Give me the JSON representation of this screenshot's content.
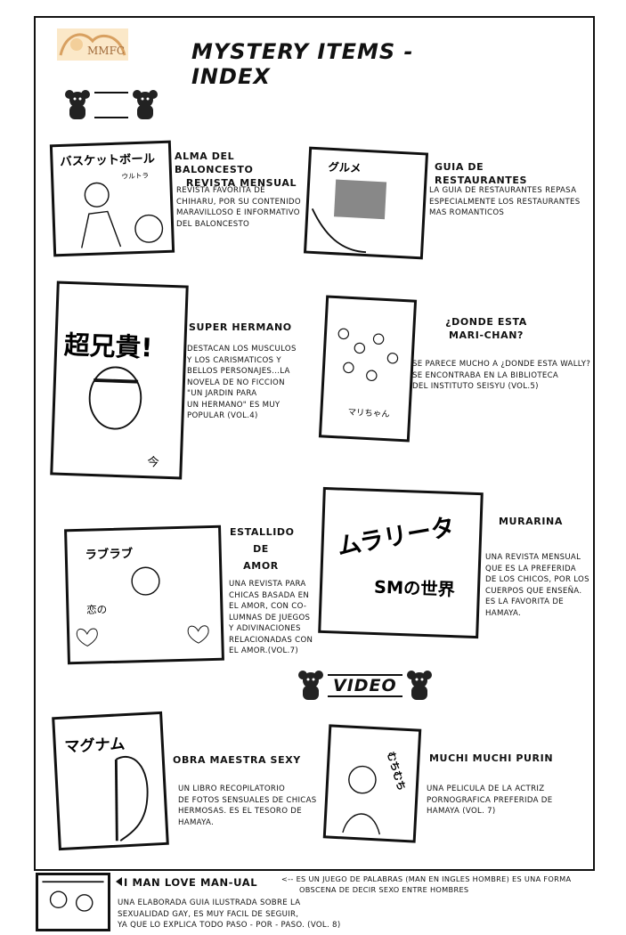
{
  "header": {
    "logo_text": "MMFC",
    "title": "MYSTERY ITEMS - INDEX"
  },
  "sections": {
    "video_label": "VIDEO"
  },
  "items": [
    {
      "title_lines": [
        "ALMA DEL BALONCESTO",
        "REVISTA MENSUAL"
      ],
      "desc_lines": [
        "REVISTA FAVORITA DE",
        "CHIHARU, POR SU CONTENIDO",
        "MARAVILLOSO E INFORMATIVO",
        "DEL BALONCESTO"
      ]
    },
    {
      "title_lines": [
        "GUIA DE RESTAURANTES"
      ],
      "desc_lines": [
        "LA GUIA DE RESTAURANTES REPASA",
        "ESPECIALMENTE LOS RESTAURANTES",
        "MAS ROMANTICOS"
      ]
    },
    {
      "title_lines": [
        "SUPER HERMANO"
      ],
      "desc_lines": [
        "DESTACAN LOS MUSCULOS",
        "Y LOS CARISMATICOS Y",
        "BELLOS PERSONAJES...LA",
        "NOVELA DE NO FICCION",
        "\"UN JARDIN PARA",
        "UN HERMANO\" ES MUY",
        "POPULAR (VOL.4)"
      ]
    },
    {
      "title_lines": [
        "¿DONDE ESTA",
        "MARI-CHAN?"
      ],
      "desc_lines": [
        "SE PARECE MUCHO A ¿DONDE ESTA WALLY?",
        "SE ENCONTRABA EN LA BIBLIOTECA",
        "DEL INSTITUTO SEISYU (VOL.5)"
      ]
    },
    {
      "title_lines": [
        "ESTALLIDO",
        "DE",
        "AMOR"
      ],
      "desc_lines": [
        "UNA REVISTA PARA",
        "CHICAS BASADA EN",
        "EL AMOR, CON CO-",
        "LUMNAS DE JUEGOS",
        "Y ADIVINACIONES",
        "RELACIONADAS CON",
        "EL AMOR.(VOL.7)"
      ]
    },
    {
      "title_lines": [
        "MURARINA"
      ],
      "desc_lines": [
        "UNA REVISTA MENSUAL",
        "QUE ES LA PREFERIDA",
        "DE LOS CHICOS, POR LOS",
        "CUERPOS QUE ENSEÑA.",
        "ES LA FAVORITA DE",
        "HAMAYA."
      ]
    },
    {
      "title_lines": [
        "OBRA MAESTRA SEXY"
      ],
      "desc_lines": [
        "UN LIBRO RECOPILATORIO",
        "DE FOTOS SENSUALES DE CHICAS",
        "HERMOSAS. ES EL TESORO DE",
        "HAMAYA."
      ]
    },
    {
      "title_lines": [
        "MUCHI MUCHI PURIN"
      ],
      "desc_lines": [
        "UNA PELICULA DE LA ACTRIZ",
        "PORNOGRAFICA PREFERIDA DE",
        "HAMAYA (vol. 7)"
      ]
    },
    {
      "title_lines": [
        "I MAN LOVE MAN-UAL"
      ],
      "note_lines": [
        "<-- ES UN JUEGO DE PALABRAS (MAN EN INGLES HOMBRE) ES UNA FORMA",
        "OBSCENA DE DECIR SEXO ENTRE HOMBRES"
      ],
      "desc_lines": [
        "UNA ELABORADA GUIA ILUSTRADA SOBRE LA",
        "SEXUALIDAD GAY, ES MUY FACIL DE SEGUIR,",
        "YA QUE LO EXPLICA TODO PASO - POR - PASO. (vol. 8)"
      ]
    }
  ],
  "images": {
    "item0": [
      "バスケットボール",
      "ウルトラ"
    ],
    "item1": [
      "グルメ"
    ],
    "item2": [
      "超兄貴!",
      "今"
    ],
    "item3": [
      "マリちゃん"
    ],
    "item4": [
      "ラブラブ",
      "恋の"
    ],
    "item5": [
      "ムラリータ",
      "SMの世界"
    ],
    "item6": [
      "マグナム"
    ],
    "item7": [
      "むちむち"
    ]
  }
}
